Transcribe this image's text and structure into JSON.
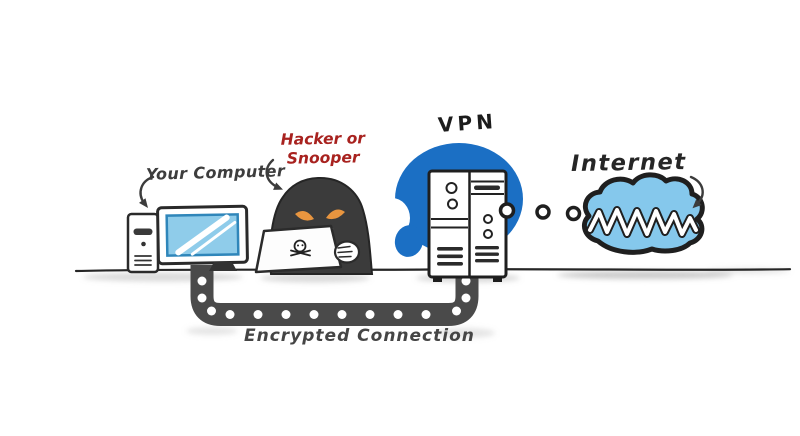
{
  "diagram": {
    "labels": {
      "your_computer": "Your Computer",
      "hacker_line1": "Hacker or",
      "hacker_line2": "Snooper",
      "vpn": "VPN",
      "internet": "Internet",
      "encrypted_connection": "Encrypted Connection"
    },
    "colors": {
      "vpn_blue": "#1b6fc4",
      "cloud_blue": "#85c8ec",
      "screen_blue": "#8fccea",
      "eye_orange": "#e8953f",
      "tunnel_gray": "#4a4a4a",
      "hacker_dark": "#3b3b3b",
      "hacker_red": "#a8221f",
      "outline_black": "#1f1f1f"
    },
    "nodes": [
      {
        "id": "your-computer",
        "label": "Your Computer"
      },
      {
        "id": "hacker",
        "label": "Hacker or Snooper"
      },
      {
        "id": "vpn-server",
        "label": "VPN"
      },
      {
        "id": "internet",
        "label": "Internet"
      }
    ],
    "connections": [
      {
        "from": "your-computer",
        "to": "vpn-server",
        "via": "tunnel",
        "label": "Encrypted Connection"
      },
      {
        "from": "vpn-server",
        "to": "internet",
        "via": "dotted-line",
        "label": ""
      }
    ],
    "icons": [
      "desktop-computer-icon",
      "hacker-icon",
      "skull-crossbones-icon",
      "server-icon",
      "cloud-icon",
      "curved-arrow-icon"
    ]
  }
}
